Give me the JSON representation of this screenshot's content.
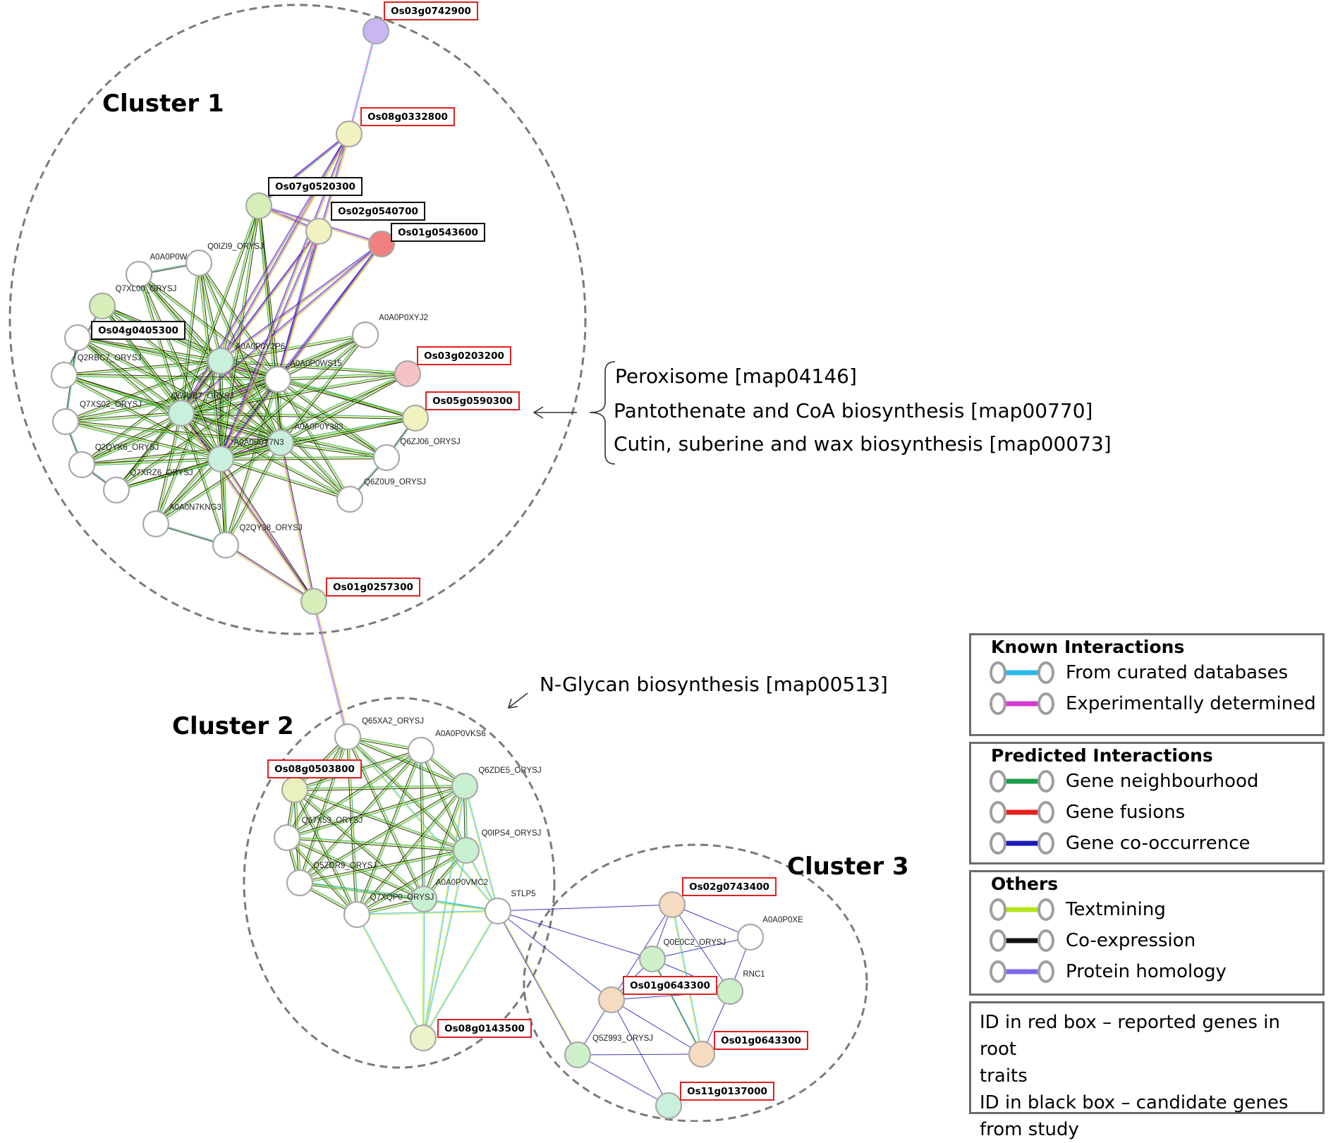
{
  "clusters": [
    {
      "id": "c1",
      "title": "Cluster 1"
    },
    {
      "id": "c2",
      "title": "Cluster 2"
    },
    {
      "id": "c3",
      "title": "Cluster 3"
    }
  ],
  "pathway_annotations": {
    "cluster1": [
      "Peroxisome [map04146]",
      "Pantothenate and CoA biosynthesis [map00770]",
      "Cutin, suberine and wax biosynthesis [map00073]"
    ],
    "cluster2": [
      "N-Glycan biosynthesis [map00513]"
    ]
  },
  "nodes": [
    {
      "id": "n_Os03g0742900",
      "color": "#c9b6f2",
      "label": "Os03g0742900",
      "box": "red"
    },
    {
      "id": "n_Os08g0332800",
      "color": "#f2f2c0",
      "label": "Os08g0332800",
      "box": "red"
    },
    {
      "id": "n_Os07g0520300",
      "color": "#d6efb8",
      "label": "Os07g0520300",
      "box": "black"
    },
    {
      "id": "n_Os02g0540700",
      "color": "#f2f2c0",
      "label": "Os02g0540700",
      "box": "black"
    },
    {
      "id": "n_Os01g0543600",
      "color": "#f08080",
      "label": "Os01g0543600",
      "box": "black"
    },
    {
      "id": "n_Q0IZI9",
      "color": "#ffffff",
      "label": "Q0IZI9_ORYSJ",
      "box": null
    },
    {
      "id": "n_A0A0P0W",
      "color": "#ffffff",
      "label": "A0A0P0W",
      "box": null
    },
    {
      "id": "n_Q7XL00",
      "color": "#d6efb8",
      "label": "Q7XL00_ORYSJ",
      "box": null
    },
    {
      "id": "n_Os04g0405300",
      "color": "#ffffff",
      "label": "Os04g0405300",
      "box": "black"
    },
    {
      "id": "n_Q2RBC7",
      "color": "#ffffff",
      "label": "Q2RBC7_ORYSJ",
      "box": null
    },
    {
      "id": "n_A0A0P0Y2P6",
      "color": "#c8f0dc",
      "label": "A0A0P0Y2P6",
      "box": null
    },
    {
      "id": "n_A0A0P0WS15",
      "color": "#ffffff",
      "label": "A0A0P0WS15",
      "box": null
    },
    {
      "id": "n_A0A0P0XYJ2",
      "color": "#ffffff",
      "label": "A0A0P0XYJ2",
      "box": null
    },
    {
      "id": "n_Os03g0203200",
      "color": "#f4c2c2",
      "label": "Os03g0203200",
      "box": "red"
    },
    {
      "id": "n_Q69UB7",
      "color": "#c8f0dc",
      "label": "Q69UB7_ORYSJ",
      "box": null
    },
    {
      "id": "n_Q7XS02",
      "color": "#ffffff",
      "label": "Q7XS02_ORYSJ",
      "box": null
    },
    {
      "id": "n_Os05g0590300",
      "color": "#f2f2c0",
      "label": "Os05g0590300",
      "box": "red"
    },
    {
      "id": "n_A0A0P0Y383",
      "color": "#c8f0dc",
      "label": "A0A0P0Y383",
      "box": null
    },
    {
      "id": "n_A0A0P0Y7N3",
      "color": "#c8f0dc",
      "label": "A0A0P0Y7N3",
      "box": null
    },
    {
      "id": "n_Q6ZJ06",
      "color": "#ffffff",
      "label": "Q6ZJ06_ORYSJ",
      "box": null
    },
    {
      "id": "n_Q2QYK6",
      "color": "#ffffff",
      "label": "Q2QYK6_ORYSJ",
      "box": null
    },
    {
      "id": "n_Q7XRZ6",
      "color": "#ffffff",
      "label": "Q7XRZ6_ORYSJ",
      "box": null
    },
    {
      "id": "n_Q6Z0U9",
      "color": "#ffffff",
      "label": "Q6Z0U9_ORYSJ",
      "box": null
    },
    {
      "id": "n_A0A0N7KNG3",
      "color": "#ffffff",
      "label": "A0A0N7KNG3",
      "box": null
    },
    {
      "id": "n_Q2QY38",
      "color": "#ffffff",
      "label": "Q2QY38_ORYSJ",
      "box": null
    },
    {
      "id": "n_Os01g0257300",
      "color": "#d6efb8",
      "label": "Os01g0257300",
      "box": "red"
    },
    {
      "id": "n_Q65XA2",
      "color": "#ffffff",
      "label": "Q65XA2_ORYSJ",
      "box": null
    },
    {
      "id": "n_A0A0P0VKS6",
      "color": "#ffffff",
      "label": "A0A0P0VKS6",
      "box": null
    },
    {
      "id": "n_Os08g0503800",
      "color": "#e8f2c0",
      "label": "Os08g0503800",
      "box": "red"
    },
    {
      "id": "n_Q6ZDE5",
      "color": "#c8f0d0",
      "label": "Q6ZDE5_ORYSJ",
      "box": null
    },
    {
      "id": "n_Q67X53",
      "color": "#ffffff",
      "label": "Q67X53_ORYSJ",
      "box": null
    },
    {
      "id": "n_Q0IPS4",
      "color": "#c8f0d0",
      "label": "Q0IPS4_ORYSJ",
      "box": null
    },
    {
      "id": "n_Q5ZDR9",
      "color": "#ffffff",
      "label": "Q5ZDR9_ORYSJ",
      "box": null
    },
    {
      "id": "n_A0A0P0VMC2",
      "color": "#c8f0d0",
      "label": "A0A0P0VMC2",
      "box": null
    },
    {
      "id": "n_Q7XQP0",
      "color": "#ffffff",
      "label": "Q7XQP0_ORYSJ",
      "box": null
    },
    {
      "id": "n_STLP5",
      "color": "#ffffff",
      "label": "STLP5",
      "box": null
    },
    {
      "id": "n_Os08g0143500",
      "color": "#eef2c8",
      "label": "Os08g0143500",
      "box": "red"
    },
    {
      "id": "n_Os02g0743400",
      "color": "#f5dcc0",
      "label": "Os02g0743400",
      "box": "red"
    },
    {
      "id": "n_A0A0P0XE",
      "color": "#ffffff",
      "label": "A0A0P0XE",
      "box": null
    },
    {
      "id": "n_Q0E0C2",
      "color": "#cdf0c8",
      "label": "Q0E0C2_ORYSJ",
      "box": null
    },
    {
      "id": "n_RNC1",
      "color": "#cdf0c8",
      "label": "RNC1",
      "box": null
    },
    {
      "id": "n_Os01g0643300a",
      "color": "#f5dcc0",
      "label": "Os01g0643300",
      "box": "red"
    },
    {
      "id": "n_Q5Z993",
      "color": "#cdf0c8",
      "label": "Q5Z993_ORYSJ",
      "box": null
    },
    {
      "id": "n_Os01g0643300b",
      "color": "#f5dcc0",
      "label": "Os01g0643300",
      "box": "red"
    },
    {
      "id": "n_Os11g0137000",
      "color": "#c8f0dc",
      "label": "Os11g0137000",
      "box": "red"
    }
  ],
  "legend": {
    "known": {
      "title": "Known Interactions",
      "items": [
        {
          "label": "From curated databases",
          "color": "#29b6e8"
        },
        {
          "label": "Experimentally determined",
          "color": "#d63bd0"
        }
      ]
    },
    "predicted": {
      "title": "Predicted Interactions",
      "items": [
        {
          "label": "Gene neighbourhood",
          "color": "#1a9e4a"
        },
        {
          "label": "Gene fusions",
          "color": "#e8201c"
        },
        {
          "label": "Gene co-occurrence",
          "color": "#1a1ab8"
        }
      ]
    },
    "others": {
      "title": "Others",
      "items": [
        {
          "label": "Textmining",
          "color": "#b5e61d"
        },
        {
          "label": "Co-expression",
          "color": "#111111"
        },
        {
          "label": "Protein homology",
          "color": "#7b68ee"
        }
      ]
    },
    "note_lines": [
      "ID in red box – reported genes in root",
      "traits",
      "ID in black box – candidate genes",
      "from study"
    ]
  },
  "edge_colors": {
    "curated": "#29b6e8",
    "experimental": "#d63bd0",
    "neighbourhood": "#1a9e4a",
    "cooccurrence": "#1a1ab8",
    "textmining": "#b5e61d",
    "coexpression": "#111111",
    "homology": "#7b68ee"
  }
}
